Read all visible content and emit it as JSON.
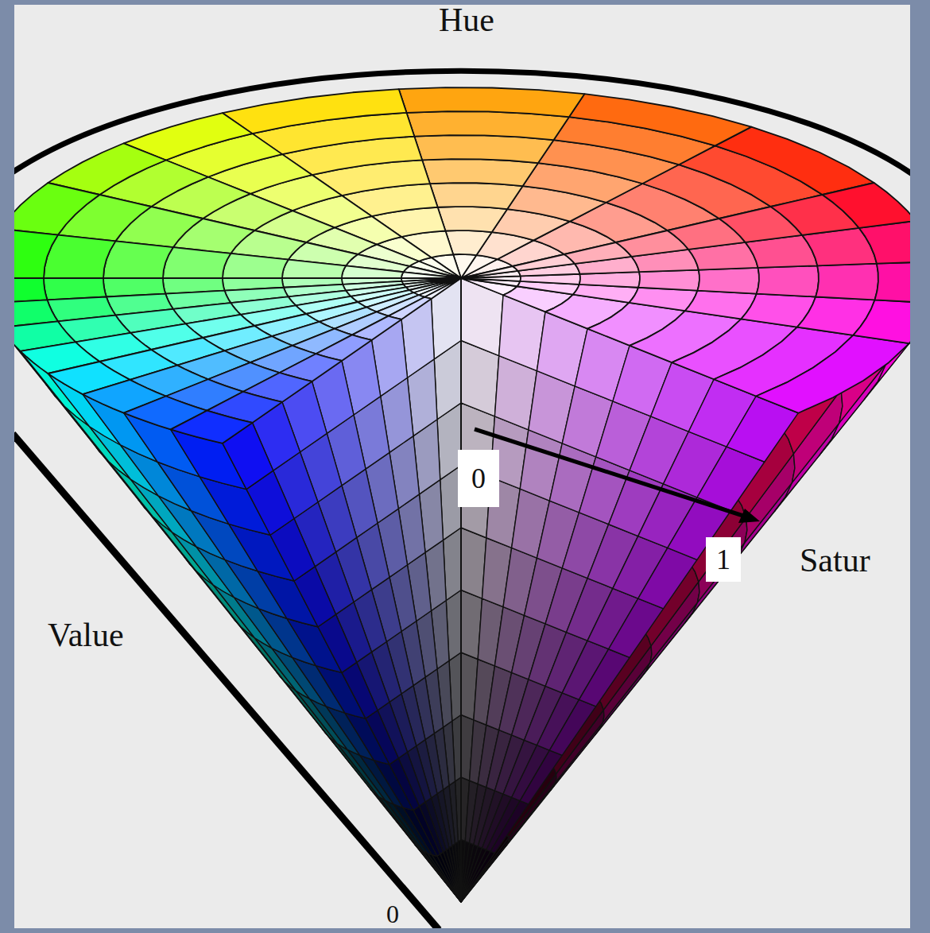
{
  "diagram": {
    "labels": [
      "Hue",
      "0",
      "1",
      "Satur",
      "Value",
      "0"
    ]
  }
}
